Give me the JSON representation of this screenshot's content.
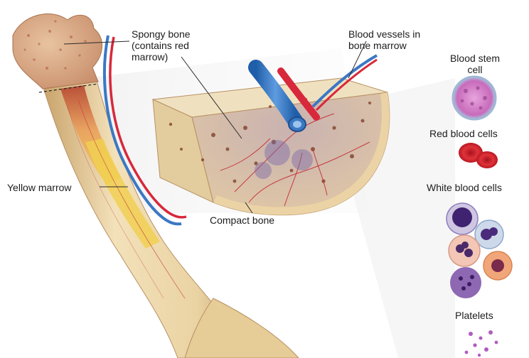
{
  "labels": {
    "spongy_bone": "Spongy bone\n(contains red\nmarrow)",
    "blood_vessels": "Blood vessels in\nbone marrow",
    "yellow_marrow": "Yellow marrow",
    "compact_bone": "Compact bone",
    "blood_stem_cell": "Blood stem\ncell",
    "red_blood_cells": "Red blood cells",
    "white_blood_cells": "White blood cells",
    "platelets": "Platelets"
  },
  "colors": {
    "bone": "#ead3a3",
    "bone_shadow": "#c9a36b",
    "spongy": "#d9a583",
    "marrow_red": "#b5432f",
    "yellow_marrow": "#f1cf52",
    "artery": "#d8283b",
    "vein": "#3b78c4",
    "stem_cell": "#d678c7",
    "rbc": "#d8222a",
    "wbc": "#6f3a9e"
  }
}
